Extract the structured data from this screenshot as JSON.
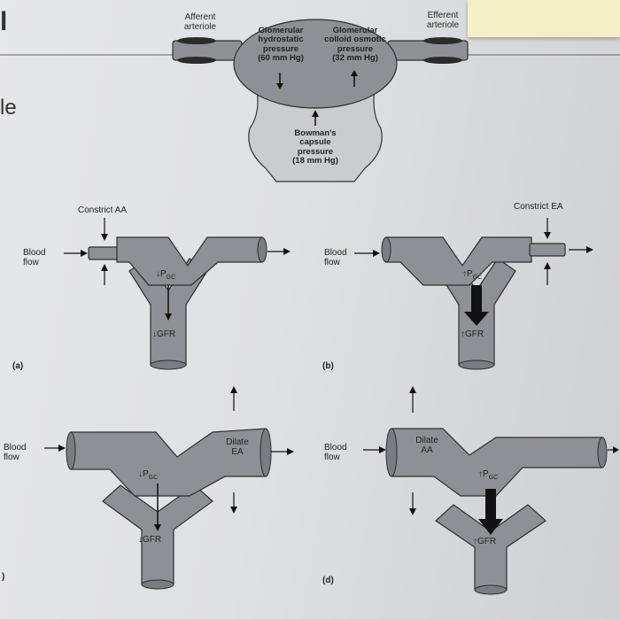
{
  "top_diagram": {
    "afferent": "Afferent\narteriole",
    "efferent": "Efferent\narteriole",
    "glom_hydro": "Glomerular\nhydrostatic\npressure\n(60 mm Hg)",
    "glom_colloid": "Glomerular\ncolloid osmotic\npressure\n(32 mm Hg)",
    "bowman": "Bowman's\ncapsule\npressure\n(18 mm Hg)"
  },
  "panels": {
    "a": {
      "letter": "(a)",
      "action": "Constrict AA",
      "blood_flow": "Blood\nflow",
      "pgc": "↓P",
      "gfr": "↓GFR"
    },
    "b": {
      "letter": "(b)",
      "action": "Constrict EA",
      "blood_flow": "Blood\nflow",
      "pgc": "↑P",
      "gfr": "↑GFR"
    },
    "c": {
      "letter": ")",
      "action": "Dilate\nEA",
      "blood_flow": "Blood\nflow",
      "pgc": "↓P",
      "gfr": "↓GFR"
    },
    "d": {
      "letter": "(d)",
      "action": "Dilate\nAA",
      "blood_flow": "Blood\nflow",
      "pgc": "↑P",
      "gfr": "↑GFR"
    }
  },
  "pgc_subscript": "GC",
  "edge_text": {
    "top_left": "l",
    "mid_left": "le"
  },
  "colors": {
    "vessel": "#8c8d92",
    "vessel_stroke": "#2e2e30",
    "capsule": "#c8c9cc",
    "arrow": "#111111"
  }
}
